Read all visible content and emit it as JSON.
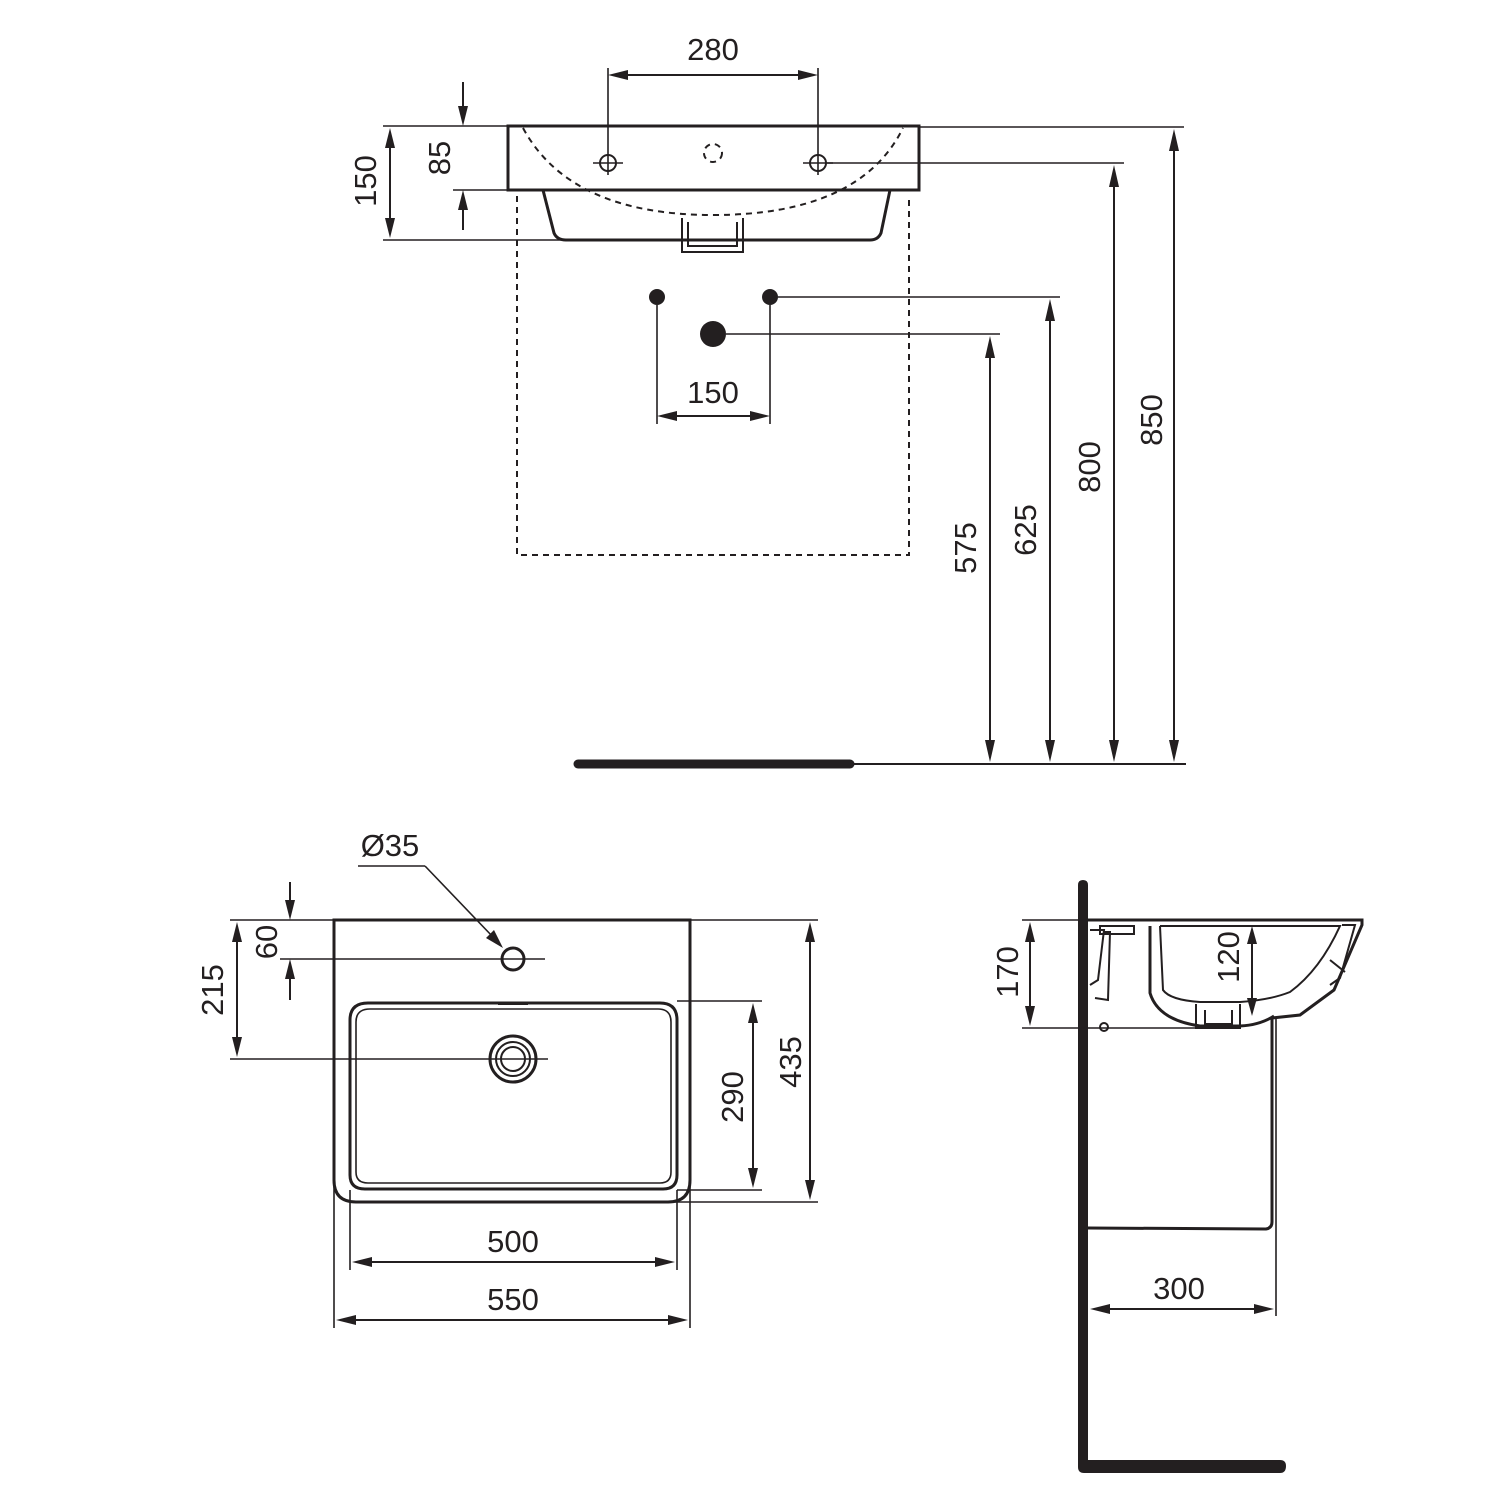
{
  "front_view": {
    "dimensions": {
      "tap_hole_spacing": "280",
      "depth_85": "85",
      "height_150": "150",
      "supply_spacing": "150",
      "waste_height": "575",
      "supply_height": "625",
      "overflow_height": "800",
      "rim_height": "850"
    }
  },
  "top_view": {
    "dimensions": {
      "tap_hole_diameter": "Ø35",
      "tap_hole_offset": "60",
      "waste_offset": "215",
      "inner_depth": "290",
      "outer_depth": "435",
      "inner_width": "500",
      "outer_width": "550"
    }
  },
  "side_view": {
    "dimensions": {
      "height_170": "170",
      "depth_120": "120",
      "projection_300": "300"
    }
  },
  "colors": {
    "line": "#231f20",
    "background": "#ffffff"
  }
}
